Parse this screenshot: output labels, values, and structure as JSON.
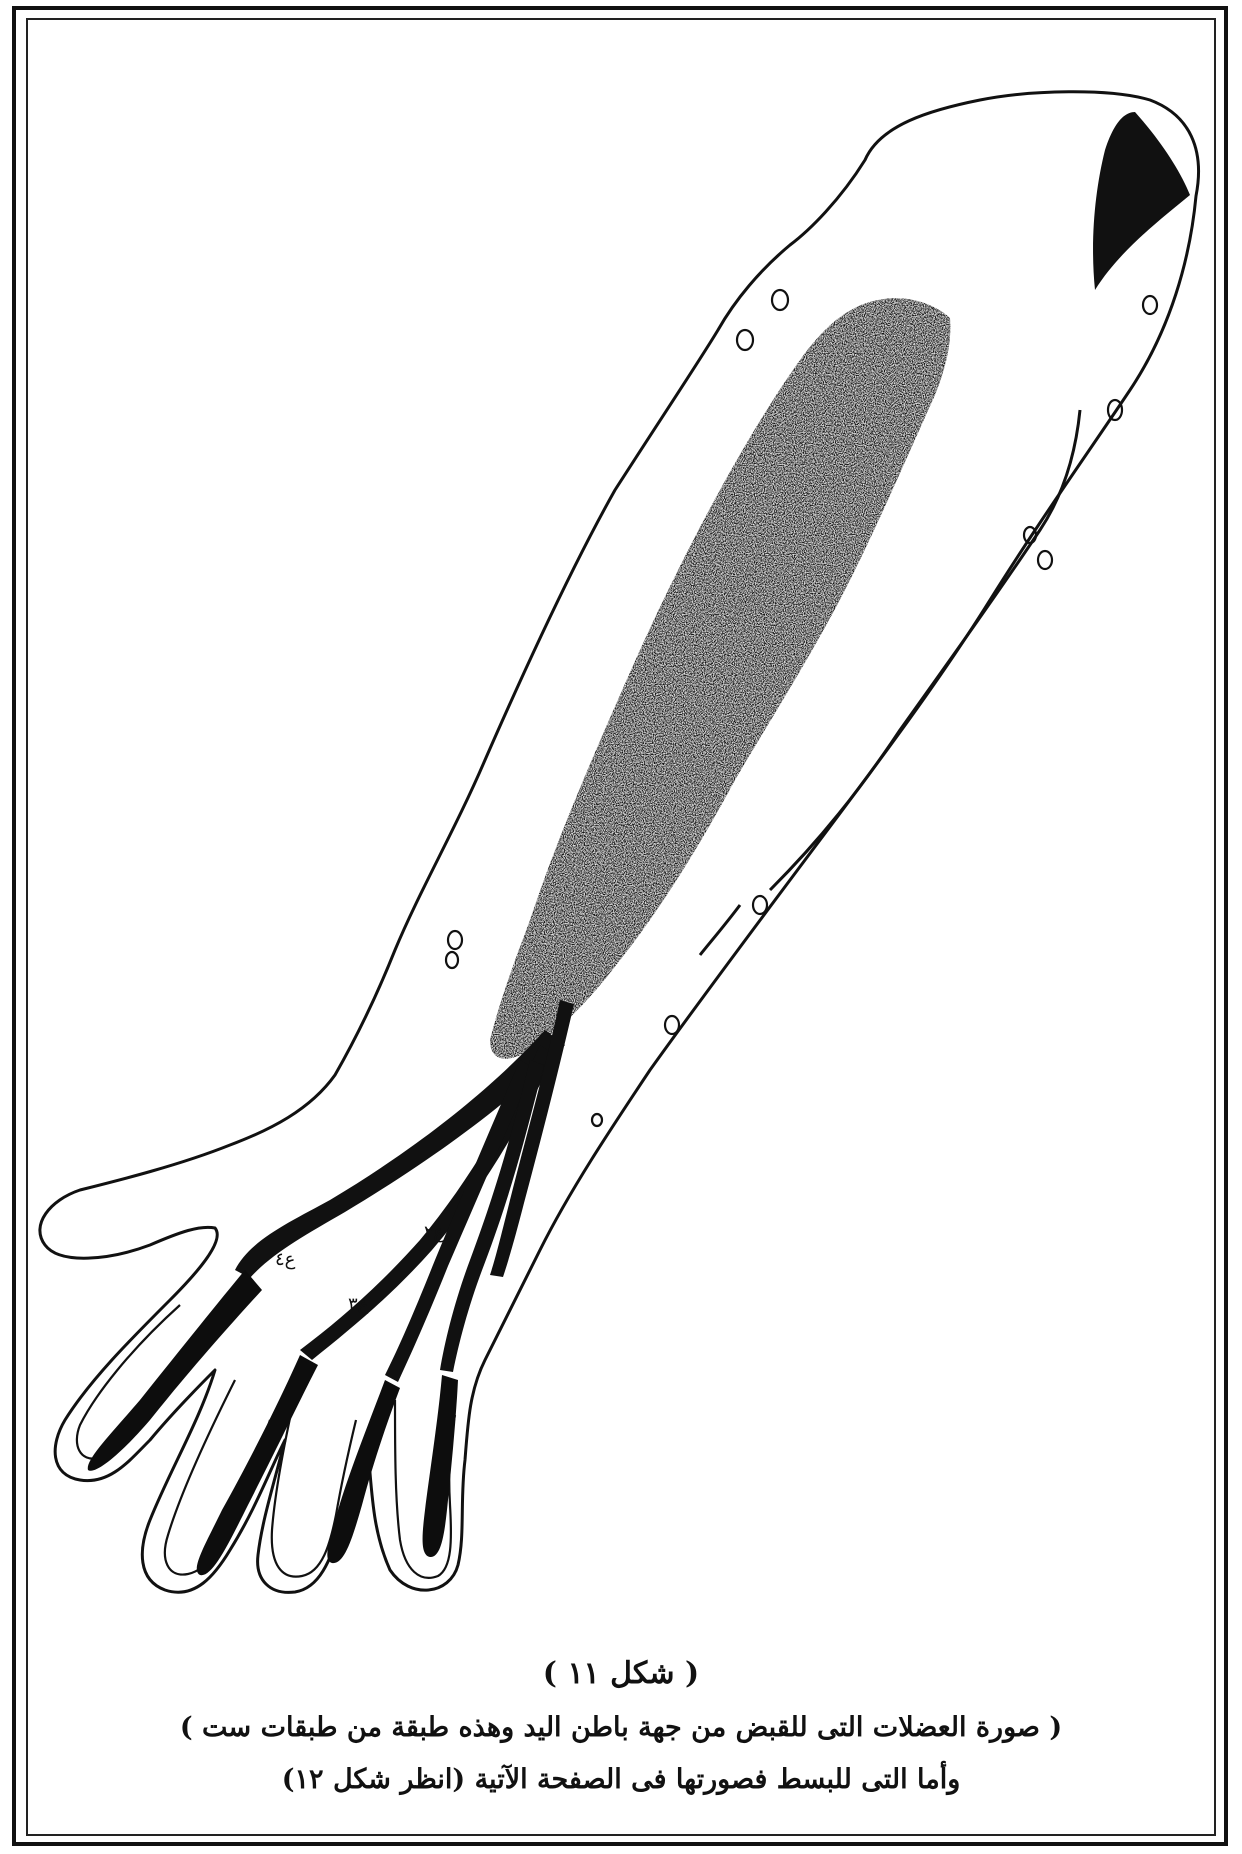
{
  "caption": {
    "figure_label": "( شكل ١١ )",
    "line1": "( صورة العضلات التى للقبض من جهة باطن اليد وهذه طبقة من طبقات ست )",
    "line2": "وأما التى للبسط فصورتها فى الصفحة الآتية (انظر شكل ١٢)"
  },
  "tendon_labels": {
    "label_1": "ع٤",
    "label_2": "ع٣",
    "label_3": "ع٢"
  },
  "colors": {
    "ink": "#111111",
    "paper": "#ffffff"
  }
}
